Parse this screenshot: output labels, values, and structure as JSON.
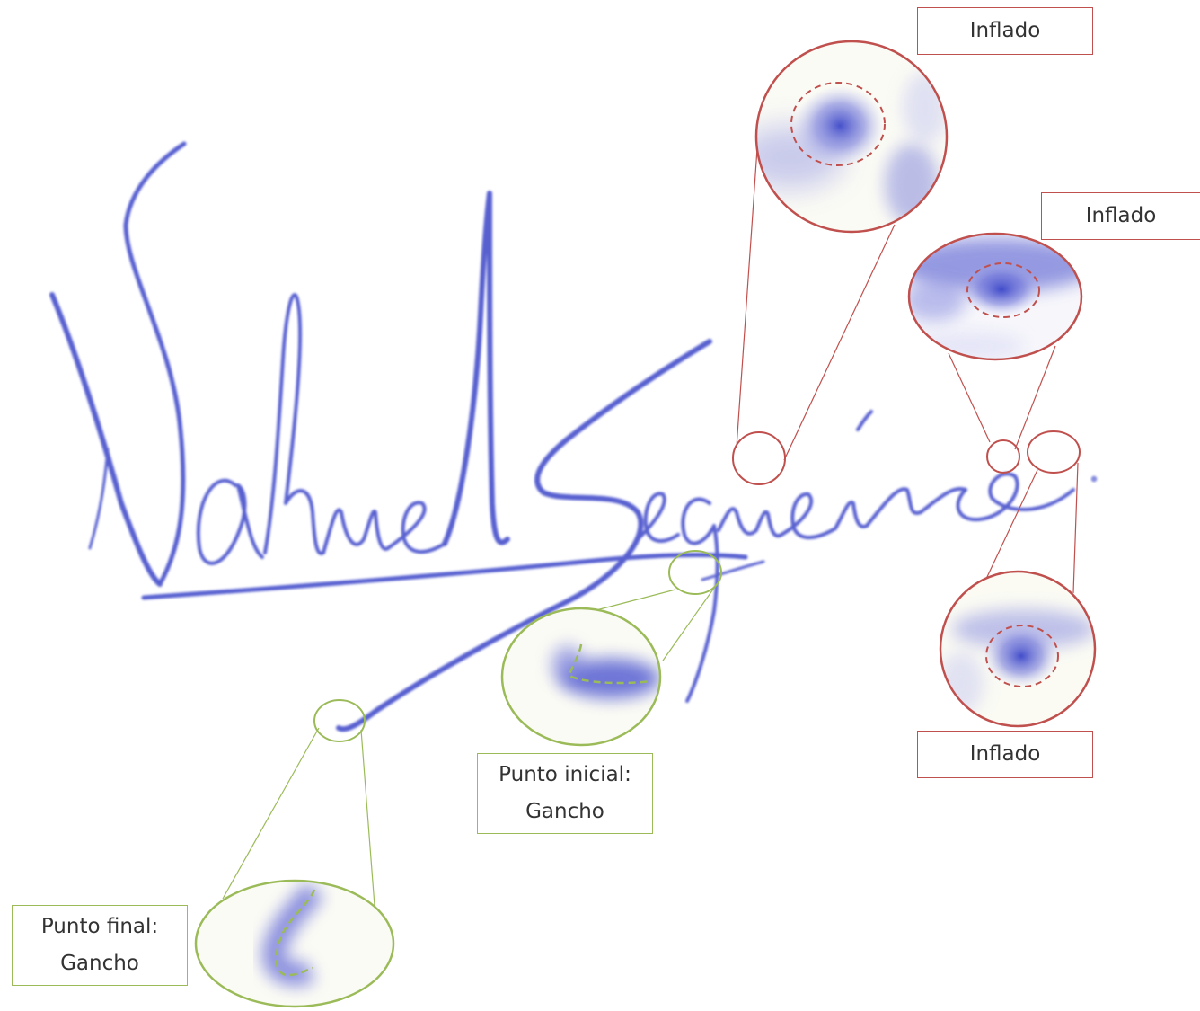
{
  "signature": {
    "ink_color": "#3a45c8"
  },
  "colors": {
    "inflation_marker": "#c0504d",
    "hook_marker": "#9bbb59"
  },
  "labels": {
    "inflado_top": "Inflado",
    "inflado_right": "Inflado",
    "inflado_bottom": "Inflado",
    "punto_inicial_line1": "Punto inicial:",
    "punto_inicial_line2": "Gancho",
    "punto_final_line1": "Punto final:",
    "punto_final_line2": "Gancho"
  }
}
